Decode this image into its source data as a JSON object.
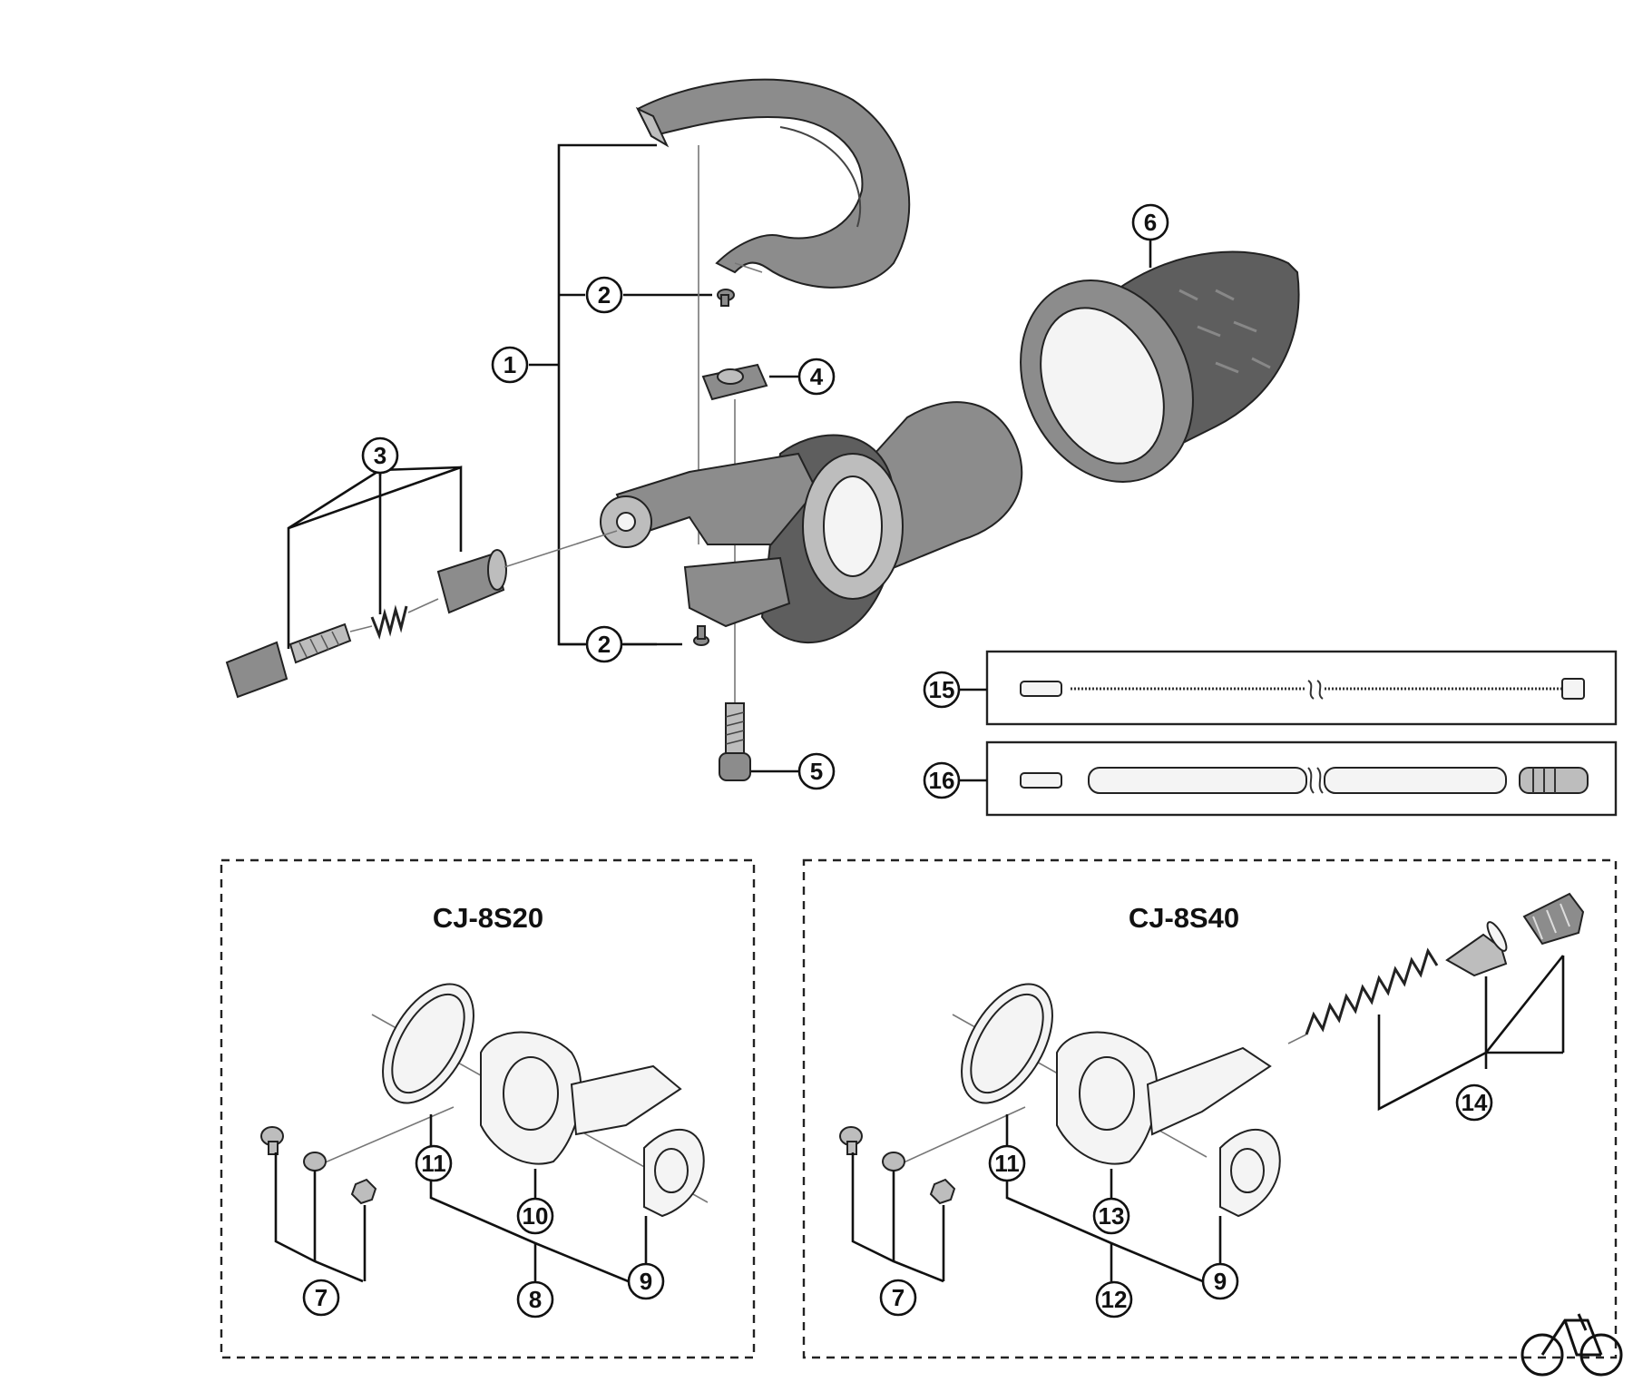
{
  "callouts": {
    "c1": "1",
    "c2a": "2",
    "c2b": "2",
    "c3": "3",
    "c4": "4",
    "c5": "5",
    "c6": "6",
    "c7a": "7",
    "c7b": "7",
    "c8": "8",
    "c9a": "9",
    "c9b": "9",
    "c10": "10",
    "c11a": "11",
    "c11b": "11",
    "c12": "12",
    "c13": "13",
    "c14": "14",
    "c15": "15",
    "c16": "16"
  },
  "panels": {
    "left_title": "CJ-8S20",
    "right_title": "CJ-8S40"
  },
  "logo": {
    "icon": "bicycle-icon"
  }
}
